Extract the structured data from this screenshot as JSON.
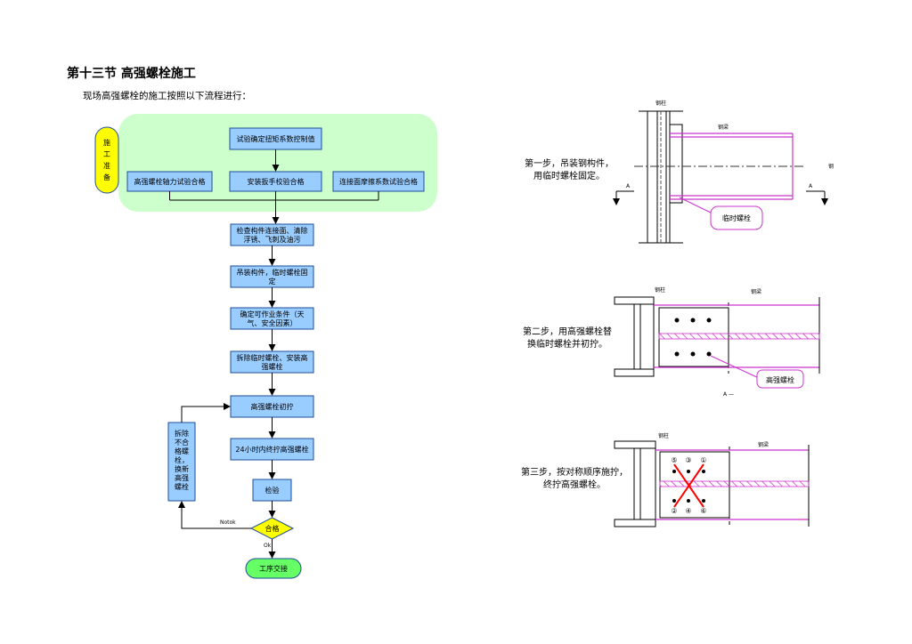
{
  "heading": "第十三节 高强螺栓施工",
  "intro": "现场高强螺栓的施工按照以下流程进行：",
  "flow": {
    "prep_label": [
      "施",
      "工",
      "准",
      "备"
    ],
    "torque_control": "试验确定扭矩系数控制值",
    "axial_test": "高强螺栓轴力试验合格",
    "wrench_calib": "安装扳手校验合格",
    "friction_test": "连接面摩擦系数试验合格",
    "check_surface": [
      "检查构件连接面、清除",
      "浮锈、飞刺及油污"
    ],
    "hoist": [
      "吊装构件，临时螺栓固",
      "定"
    ],
    "conditions": [
      "确定可作业条件（天",
      "气、安全因素）"
    ],
    "replace": [
      "拆除临时螺栓、安装高",
      "强螺栓"
    ],
    "initial_tighten": "高强螺栓初拧",
    "final_tighten": "24小时内终拧高强螺栓",
    "inspect": "检验",
    "decision": "合格",
    "not_ok": "Notok",
    "ok": "Ok",
    "handover": "工序交接",
    "rework": [
      "拆除",
      "不合",
      "格螺",
      "栓，",
      "换新",
      "高强",
      "螺栓"
    ]
  },
  "steps": [
    {
      "text": [
        "第一步，吊装钢构件，",
        "用临时螺栓固定。"
      ],
      "column_label": "钢柱",
      "beam_label": "钢梁",
      "axis_label": "钢",
      "section_left": "A",
      "section_right": "A",
      "callout": "临时螺栓"
    },
    {
      "text": [
        "第二步，用高强螺栓替",
        "换临时螺栓并初拧。"
      ],
      "column_label": "钢柱",
      "beam_label": "钢梁",
      "section_label": "A —",
      "callout": "高强螺栓"
    },
    {
      "text": [
        "第三步，按对称顺序施拧，",
        "终拧高强螺栓。"
      ],
      "column_label": "钢柱",
      "beam_label": "钢梁",
      "order_top": [
        "⑤",
        "③",
        "①"
      ],
      "order_bottom": [
        "②",
        "④",
        "⑥"
      ]
    }
  ],
  "colors": {
    "box_fill": "#99ccff",
    "box_stroke": "#1f4e99",
    "prep_fill": "#ccffcc",
    "prep_tab": "#ffff00",
    "decision_fill": "#ffff00",
    "end_fill": "#66ff66",
    "magenta": "#cc33cc",
    "red_cross": "#ff0000"
  }
}
